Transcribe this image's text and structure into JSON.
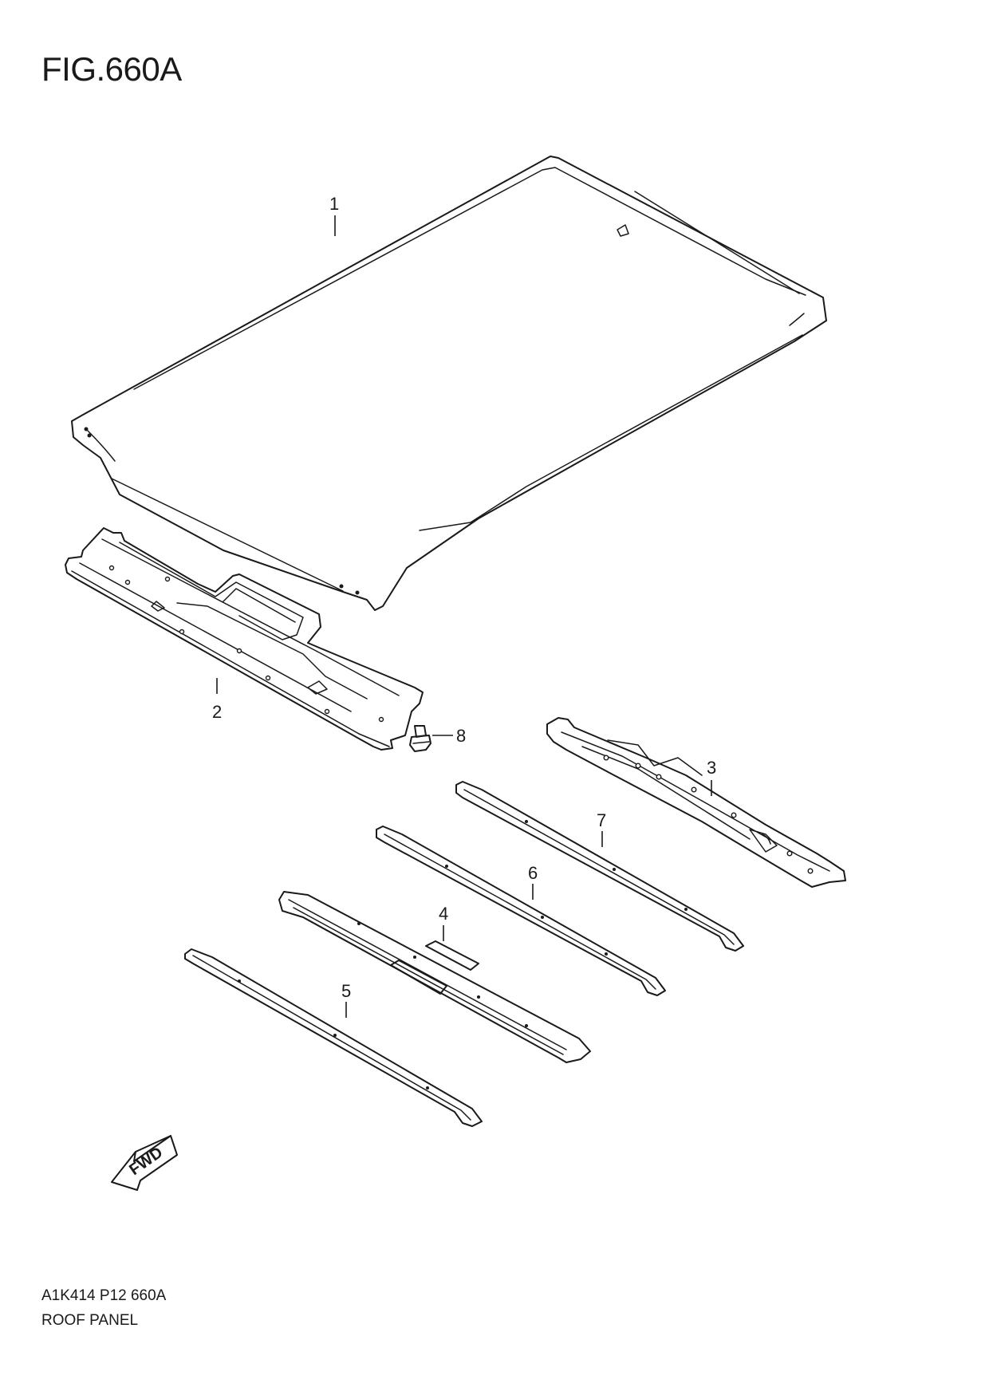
{
  "figure": {
    "title": "FIG.660A",
    "code": "A1K414 P12 660A",
    "caption": "ROOF PANEL"
  },
  "callouts": [
    {
      "id": "1",
      "label": "1"
    },
    {
      "id": "2",
      "label": "2"
    },
    {
      "id": "3",
      "label": "3"
    },
    {
      "id": "4",
      "label": "4"
    },
    {
      "id": "5",
      "label": "5"
    },
    {
      "id": "6",
      "label": "6"
    },
    {
      "id": "7",
      "label": "7"
    },
    {
      "id": "8",
      "label": "8"
    }
  ],
  "direction_badge": {
    "label": "FWD",
    "icon": "fwd-arrow-icon"
  }
}
